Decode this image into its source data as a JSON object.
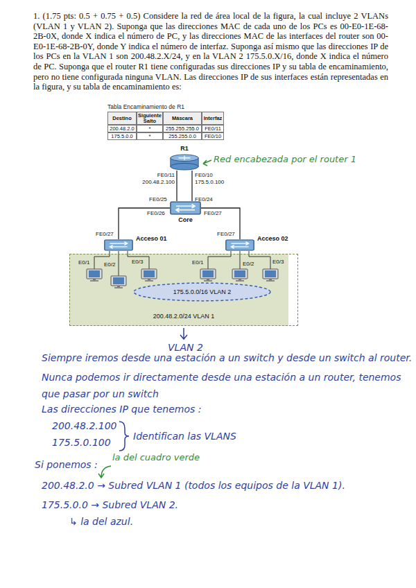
{
  "diagram": {
    "nodes": [
      {
        "text": [
          "R1"
        ]
      },
      {
        "text": [
          "Core"
        ]
      },
      {
        "text": [
          "Acceso 01"
        ]
      },
      {
        "text": [
          "Acceso 02"
        ]
      },
      {
        "text": [
          "200.48.2.0/24 VLAN 1"
        ]
      },
      {
        "text": [
          "175.5.0.0/16 VLAN 2"
        ],
        "in": 4
      }
    ],
    "edges": [
      {
        "from": 0,
        "to": 1,
        "arrow": "none"
      },
      {
        "from": 0,
        "to": 1,
        "arrow": "none"
      },
      {
        "from": 1,
        "to": 2,
        "arrow": "none"
      },
      {
        "from": 1,
        "to": 3,
        "arrow": "none"
      }
    ],
    "labels": [
      "1. (1.75 pts: 0.5 + 0.75 + 0.5) Considere la red de área local de la figura, la cual incluye 2 VLANs (VLAN 1 y VLAN 2). Suponga que las direcciones MAC de cada uno de los PCs es 00-E0-1E-68-2B-0X, donde X indica el número de PC, y las direcciones MAC de las interfaces del router son 00-E0-1E-68-2B-0Y, donde Y indica el número de interfaz. Suponga así mismo que las direcciones IP de los PCs en la VLAN 1 son 200.48.2.X/24, y en la VLAN 2 175.5.0.X/16, donde X indica el número de PC. Suponga que el router R1 tiene configuradas sus direcciones IP y su tabla de encaminamiento, pero no tiene configurada ninguna VLAN. Las direcciones IP de sus interfaces están representadas en la figura, y su tabla de encaminamiento es:",
      "Tabla Encaminamiento de R1",
      "Destino",
      "Siguiente Salto",
      "Máscara",
      "Interfaz",
      "200.48.2.0",
      "*",
      "255.255.255.0",
      "FE0/11",
      "175.5.0.0",
      "*",
      "255.255.0.0",
      "FE0/10",
      "Red encabezada por el router 1",
      "FE0/11",
      "200.48.2.100",
      "FE0/10",
      "175.5.0.100",
      "FE0/25",
      "FE0/24",
      "FE0/26",
      "FE0/27",
      "FE0/27",
      "FE0/27",
      "E0/1",
      "E0/2",
      "E0/3",
      "E0/1",
      "E0/2",
      "E0/3",
      "VLAN 2",
      "Siempre iremos desde una estación a un switch y desde un switch al router.",
      "Nunca podemos ir directamente desde una estación a un router, tenemos que pasar por un switch",
      "Las direcciones IP que tenemos :",
      "200.48.2.100",
      "175.5.0.100",
      "Identifican las VLANS",
      "Si ponemos :",
      "la del cuadro verde",
      "200.48.2.0 → Subred VLAN 1 (todos los equipos de la VLAN 1).",
      "175.5.0.0 → Subred VLAN 2.",
      "↳ la del azul."
    ]
  }
}
